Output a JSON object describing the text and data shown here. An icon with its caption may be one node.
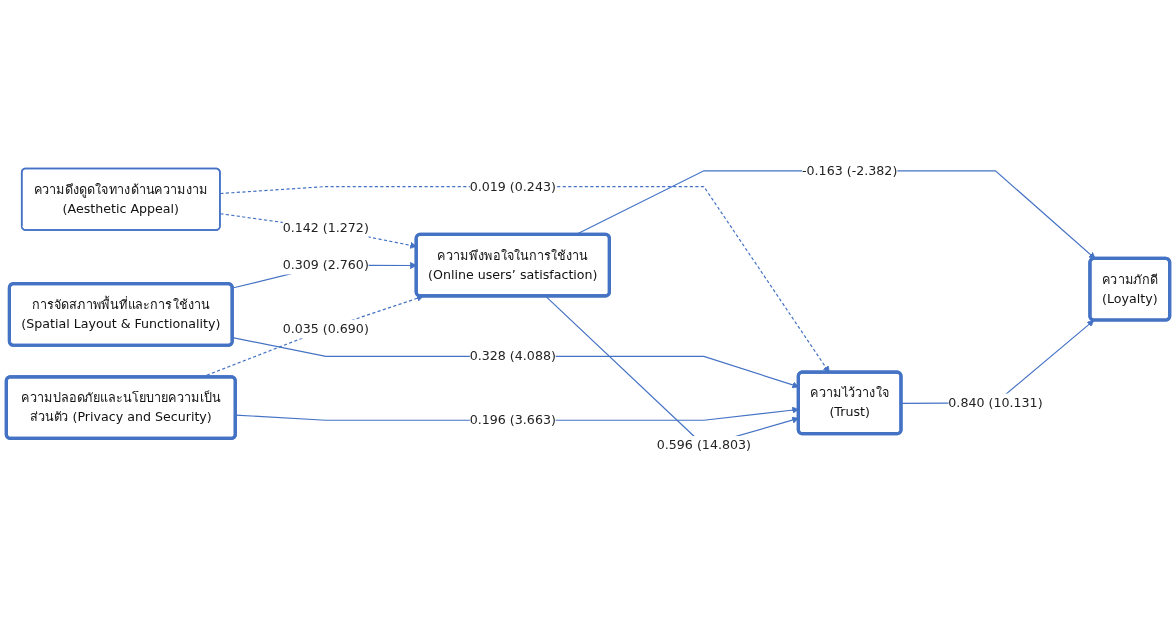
{
  "diagram": {
    "nodes": [
      {
        "text": [
          "ความดึงดูดใจทางด้านความงาม",
          "(Aesthetic Appeal)"
        ]
      },
      {
        "text": [
          "การจัดสภาพพื้นที่และการใช้งาน",
          "(Spatial Layout & Functionality)"
        ]
      },
      {
        "text": [
          "ความปลอดภัยและนโยบายความเป็นส่วนตัว (Privacy and Security)"
        ]
      },
      {
        "text": [
          "ความพึงพอใจในการใช้งาน",
          "(Online users’ satisfaction)"
        ]
      },
      {
        "text": [
          "ความไว้วางใจ",
          "(Trust)"
        ]
      },
      {
        "text": [
          "ความภักดี",
          "(Loyalty)"
        ]
      }
    ],
    "edges": [
      {
        "from": 0,
        "to": 3,
        "arrow": "to",
        "label": "0.142 (1.272)",
        "style": "dashed"
      },
      {
        "from": 0,
        "to": 4,
        "arrow": "to",
        "label": "0.019 (0.243)",
        "style": "dashed"
      },
      {
        "from": 1,
        "to": 3,
        "arrow": "to",
        "label": "0.309 (2.760)"
      },
      {
        "from": 1,
        "to": 4,
        "arrow": "to",
        "label": "0.328 (4.088)"
      },
      {
        "from": 2,
        "to": 3,
        "arrow": "to",
        "label": "0.035 (0.690)",
        "style": "dashed"
      },
      {
        "from": 2,
        "to": 4,
        "arrow": "to",
        "label": "0.196 (3.663)"
      },
      {
        "from": 3,
        "to": 4,
        "arrow": "to",
        "label": "0.596 (14.803)"
      },
      {
        "from": 3,
        "to": 5,
        "arrow": "to",
        "label": "-0.163 (-2.382)"
      },
      {
        "from": 4,
        "to": 5,
        "arrow": "to",
        "label": "0.840 (10.131)"
      }
    ]
  }
}
